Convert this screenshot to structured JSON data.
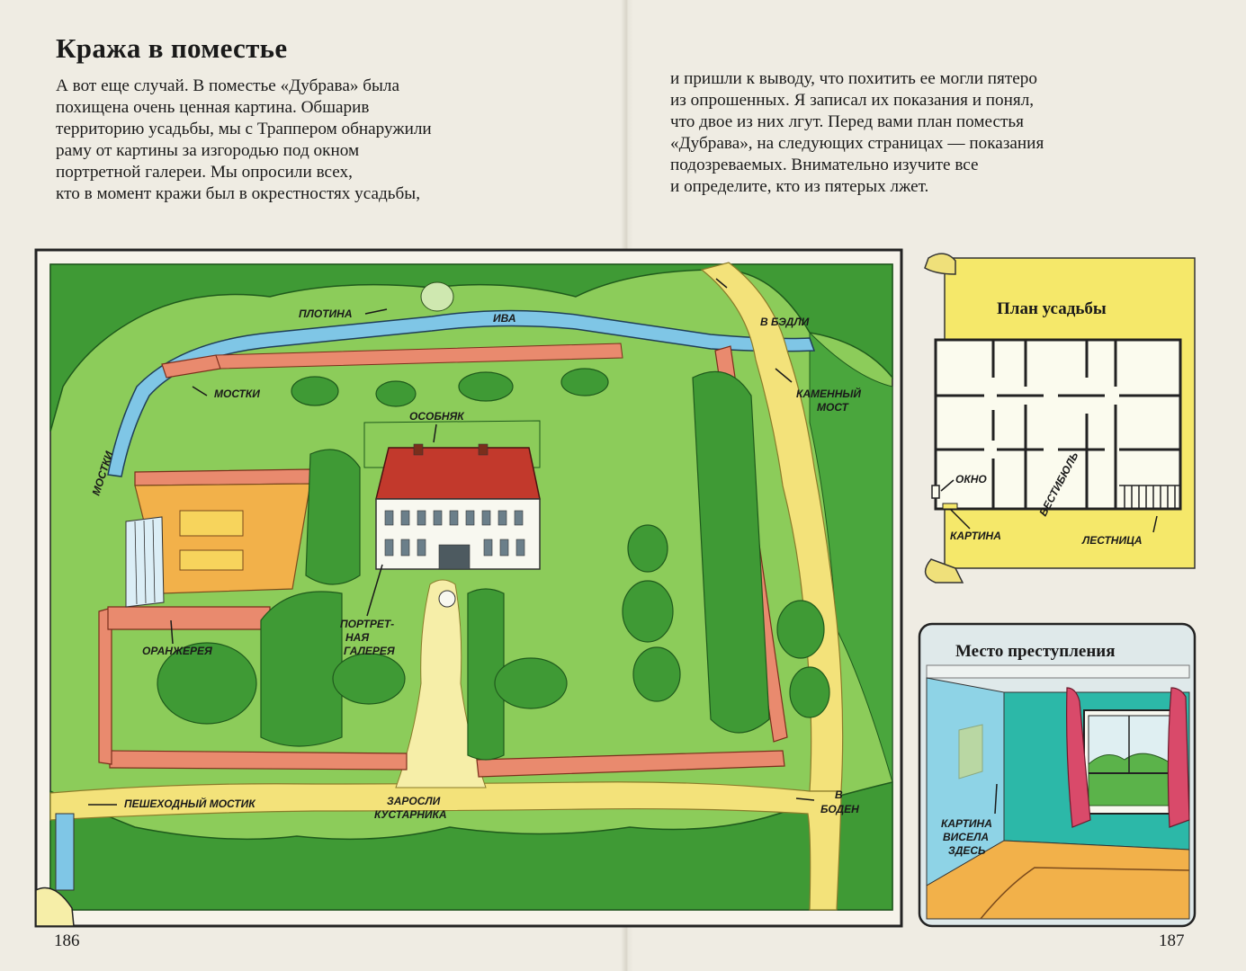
{
  "page": {
    "title": "Кража в поместье",
    "left_text": [
      "А вот еще случай. В поместье «Дубрава» была",
      "похищена очень ценная картина. Обшарив",
      "территорию усадьбы, мы с Траппером обнаружили",
      "раму от картины за изгородью под окном",
      "портретной галереи. Мы опросили всех,",
      "кто в момент кражи был в окрестностях усадьбы,"
    ],
    "right_text": [
      "и пришли к выводу, что похитить ее могли пятеро",
      "из опрошенных. Я записал их показания и понял,",
      "что двое из них лгут. Перед вами план поместья",
      "«Дубрава», на следующих страницах — показания",
      "подозреваемых. Внимательно изучите все",
      "и определите, кто из пятерых лжет."
    ],
    "page_left": "186",
    "page_right": "187"
  },
  "map": {
    "labels": {
      "dam": "ПЛОТИНА",
      "willow": "ИВА",
      "to_bedley": "В БЭДЛИ",
      "bridges_top": "МОСТКИ",
      "bridges_side": "МОСТКИ",
      "stone_bridge_1": "КАМЕННЫЙ",
      "stone_bridge_2": "МОСТ",
      "mansion": "ОСОБНЯК",
      "greenhouse": "ОРАНЖЕРЕЯ",
      "gallery_1": "ПОРТРЕТ-",
      "gallery_2": "НАЯ",
      "gallery_3": "ГАЛЕРЕЯ",
      "footbridge": "ПЕШЕХОДНЫЙ МОСТИК",
      "thicket_1": "ЗАРОСЛИ",
      "thicket_2": "КУСТАРНИКА",
      "to_boden_1": "В",
      "to_boden_2": "БОДЕН"
    }
  },
  "plan": {
    "title": "План усадьбы",
    "window": "ОКНО",
    "vestibule": "ВЕСТИБЮЛЬ",
    "painting": "КАРТИНА",
    "stairs": "ЛЕСТНИЦА"
  },
  "crime": {
    "title": "Место преступления",
    "note_1": "КАРТИНА",
    "note_2": "ВИСЕЛА",
    "note_3": "ЗДЕСЬ"
  },
  "colors": {
    "grass": "#8ccc5a",
    "trees": "#3f9a35",
    "water": "#7fc6e6",
    "path": "#f3e27a",
    "wall": "#e98a6e",
    "parchment": "#f5e86a"
  }
}
